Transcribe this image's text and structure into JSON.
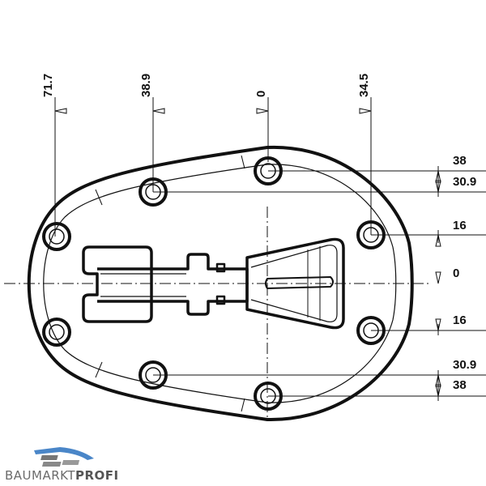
{
  "vertical_dimensions": [
    {
      "label": "71.7"
    },
    {
      "label": "38.9"
    },
    {
      "label": "0"
    },
    {
      "label": "34.5"
    }
  ],
  "horizontal_dimensions": [
    {
      "label": "38"
    },
    {
      "label": "30.9"
    },
    {
      "label": "16"
    },
    {
      "label": "0"
    },
    {
      "label": "16"
    },
    {
      "label": "30.9"
    },
    {
      "label": "38"
    }
  ],
  "logo": {
    "part1": "BAUMARKT",
    "part2": "PROFI",
    "accent_color": "#4a86c8"
  },
  "colors": {
    "line": "#111111",
    "background": "#ffffff"
  }
}
